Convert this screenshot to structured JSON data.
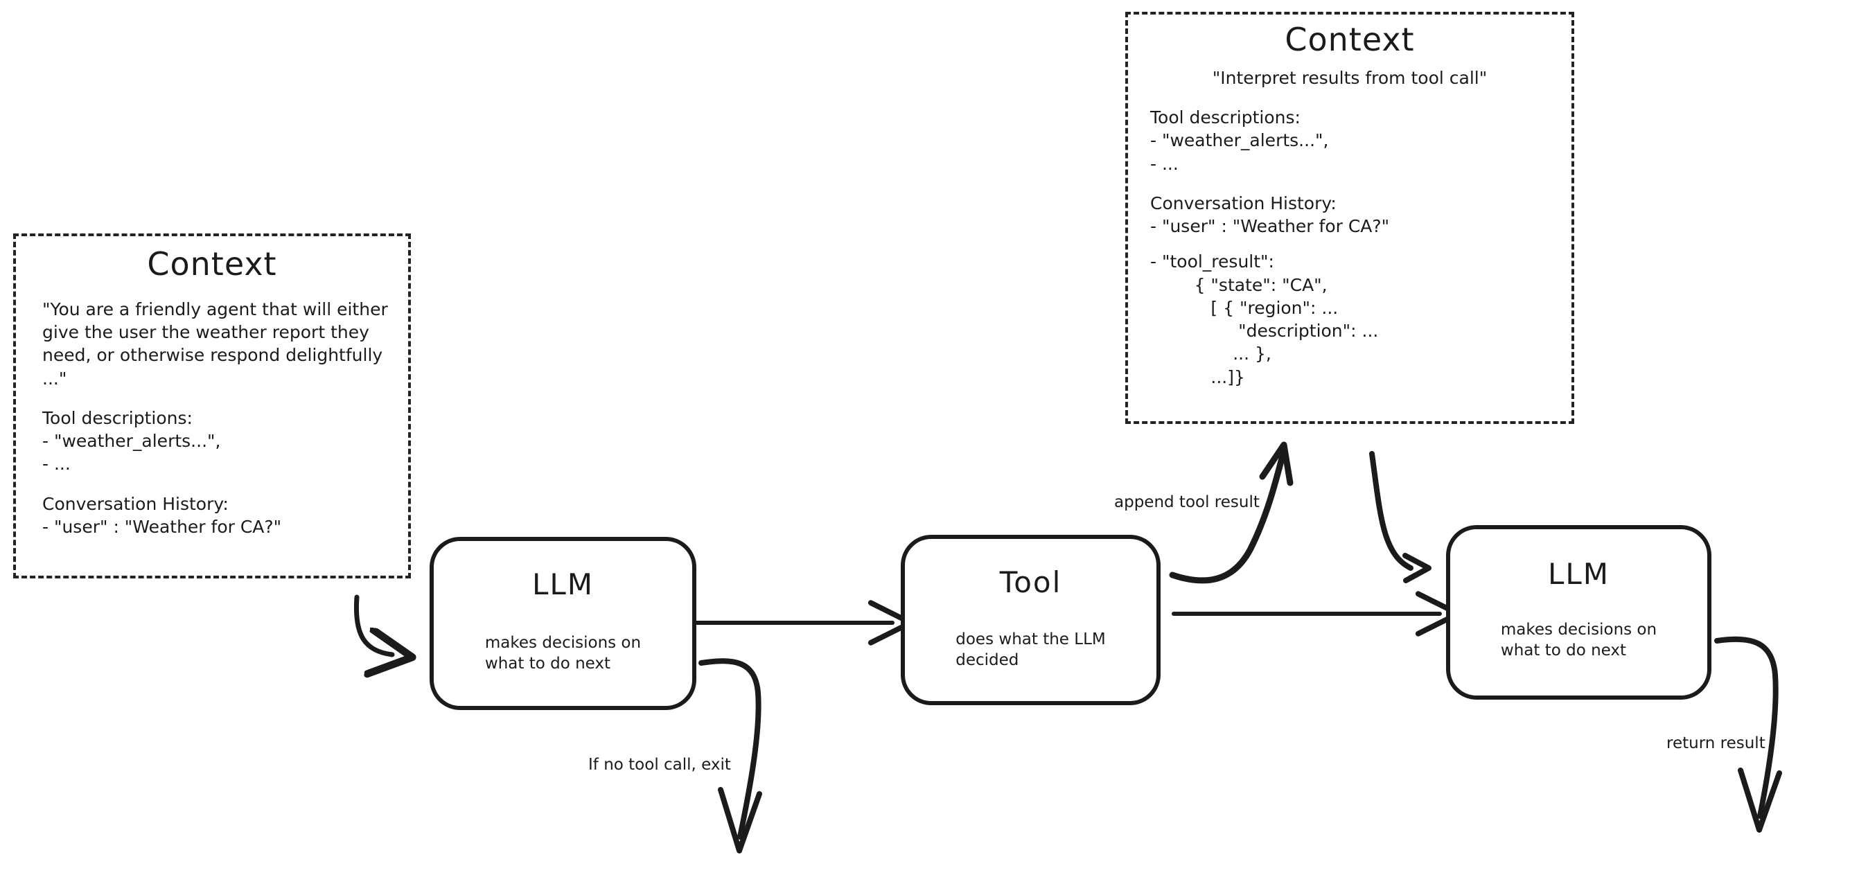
{
  "diagram": {
    "title": "LLM agent loop with tool calling",
    "stroke_color": "#1b1b1b",
    "background_color": "#ffffff"
  },
  "context_left": {
    "title": "Context",
    "system_prompt": "\"You are a friendly agent that will either give the user the weather report they need, or otherwise respond delightfully ...\"",
    "tool_descriptions_heading": "Tool descriptions:",
    "tool_descriptions_items": "- \"weather_alerts...\",\n- ...",
    "conversation_heading": "Conversation History:",
    "conversation_items": "- \"user\" : \"Weather for CA?\""
  },
  "context_right": {
    "title": "Context",
    "system_prompt": "\"Interpret results from tool call\"",
    "tool_descriptions_heading": "Tool descriptions:",
    "tool_descriptions_items": "- \"weather_alerts...\",\n- ...",
    "conversation_heading": "Conversation History:",
    "conversation_items": "- \"user\" : \"Weather for CA?\"",
    "tool_result_block": "- \"tool_result\":\n        { \"state\": \"CA\",\n           [ { \"region\": ...\n                \"description\": ...\n               ... },\n           ...]}"
  },
  "nodes": {
    "llm_first": {
      "title": "LLM",
      "subtitle": "makes decisions on\nwhat to do next"
    },
    "tool": {
      "title": "Tool",
      "subtitle": "does what the LLM\ndecided"
    },
    "llm_second": {
      "title": "LLM",
      "subtitle": "makes decisions on\nwhat to do next"
    }
  },
  "edges": {
    "append_tool_result": "append tool result",
    "if_no_tool_call_exit": "If no tool call, exit",
    "return_result": "return result"
  }
}
